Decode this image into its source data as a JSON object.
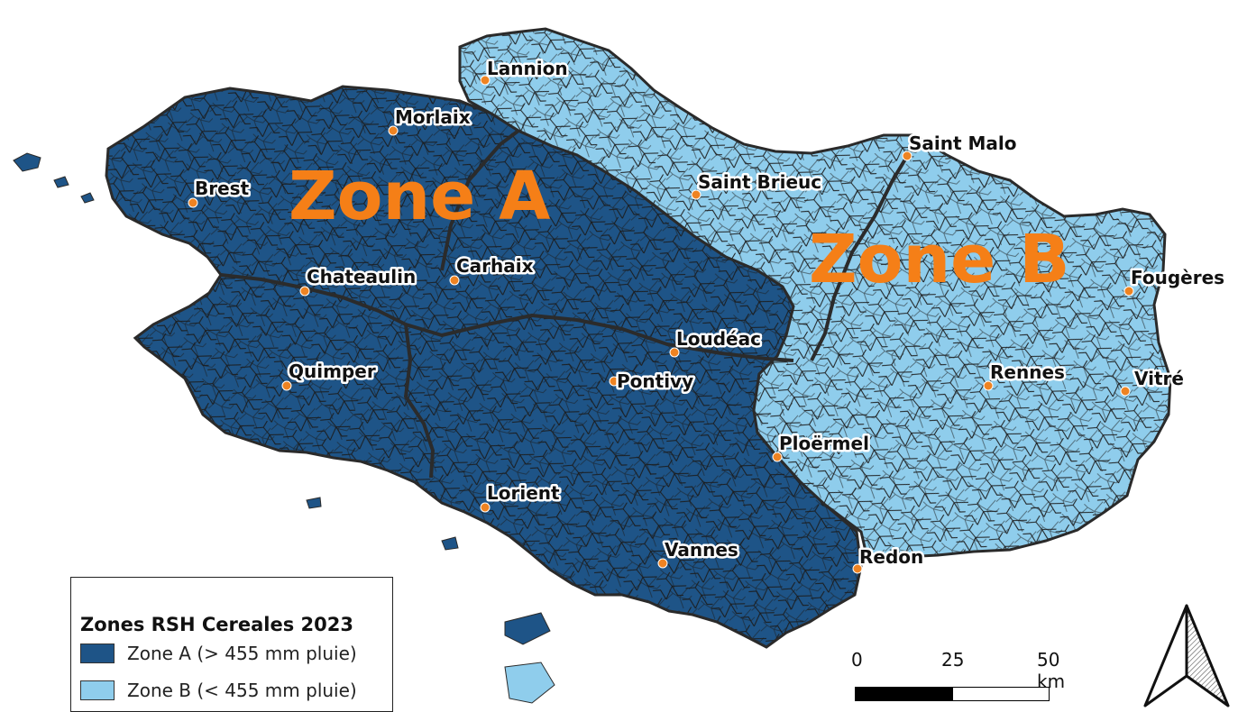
{
  "map": {
    "colors": {
      "zone_a": "#1e5487",
      "zone_b": "#8fcdec",
      "boundary": "#2a2a2a",
      "city_marker": "#ee8322",
      "zone_label": "#f57f17"
    },
    "zone_labels": {
      "zone_a": "Zone A",
      "zone_b": "Zone B"
    },
    "cities": [
      {
        "name": "Lannion"
      },
      {
        "name": "Morlaix"
      },
      {
        "name": "Saint Malo"
      },
      {
        "name": "Brest"
      },
      {
        "name": "Saint Brieuc"
      },
      {
        "name": "Chateaulin"
      },
      {
        "name": "Carhaix"
      },
      {
        "name": "Fougères"
      },
      {
        "name": "Loudéac"
      },
      {
        "name": "Quimper"
      },
      {
        "name": "Pontivy"
      },
      {
        "name": "Rennes"
      },
      {
        "name": "Vitré"
      },
      {
        "name": "Ploërmel"
      },
      {
        "name": "Lorient"
      },
      {
        "name": "Vannes"
      },
      {
        "name": "Redon"
      }
    ]
  },
  "legend": {
    "title": "Zones RSH Cereales 2023",
    "items": [
      {
        "label": "Zone A (> 455 mm pluie)",
        "color": "#1e5487"
      },
      {
        "label": "Zone B (< 455 mm pluie)",
        "color": "#8fcdec"
      }
    ]
  },
  "scale_bar": {
    "ticks": [
      "0",
      "25",
      "50 km"
    ]
  },
  "north_arrow": {
    "icon": "north-arrow-icon"
  }
}
